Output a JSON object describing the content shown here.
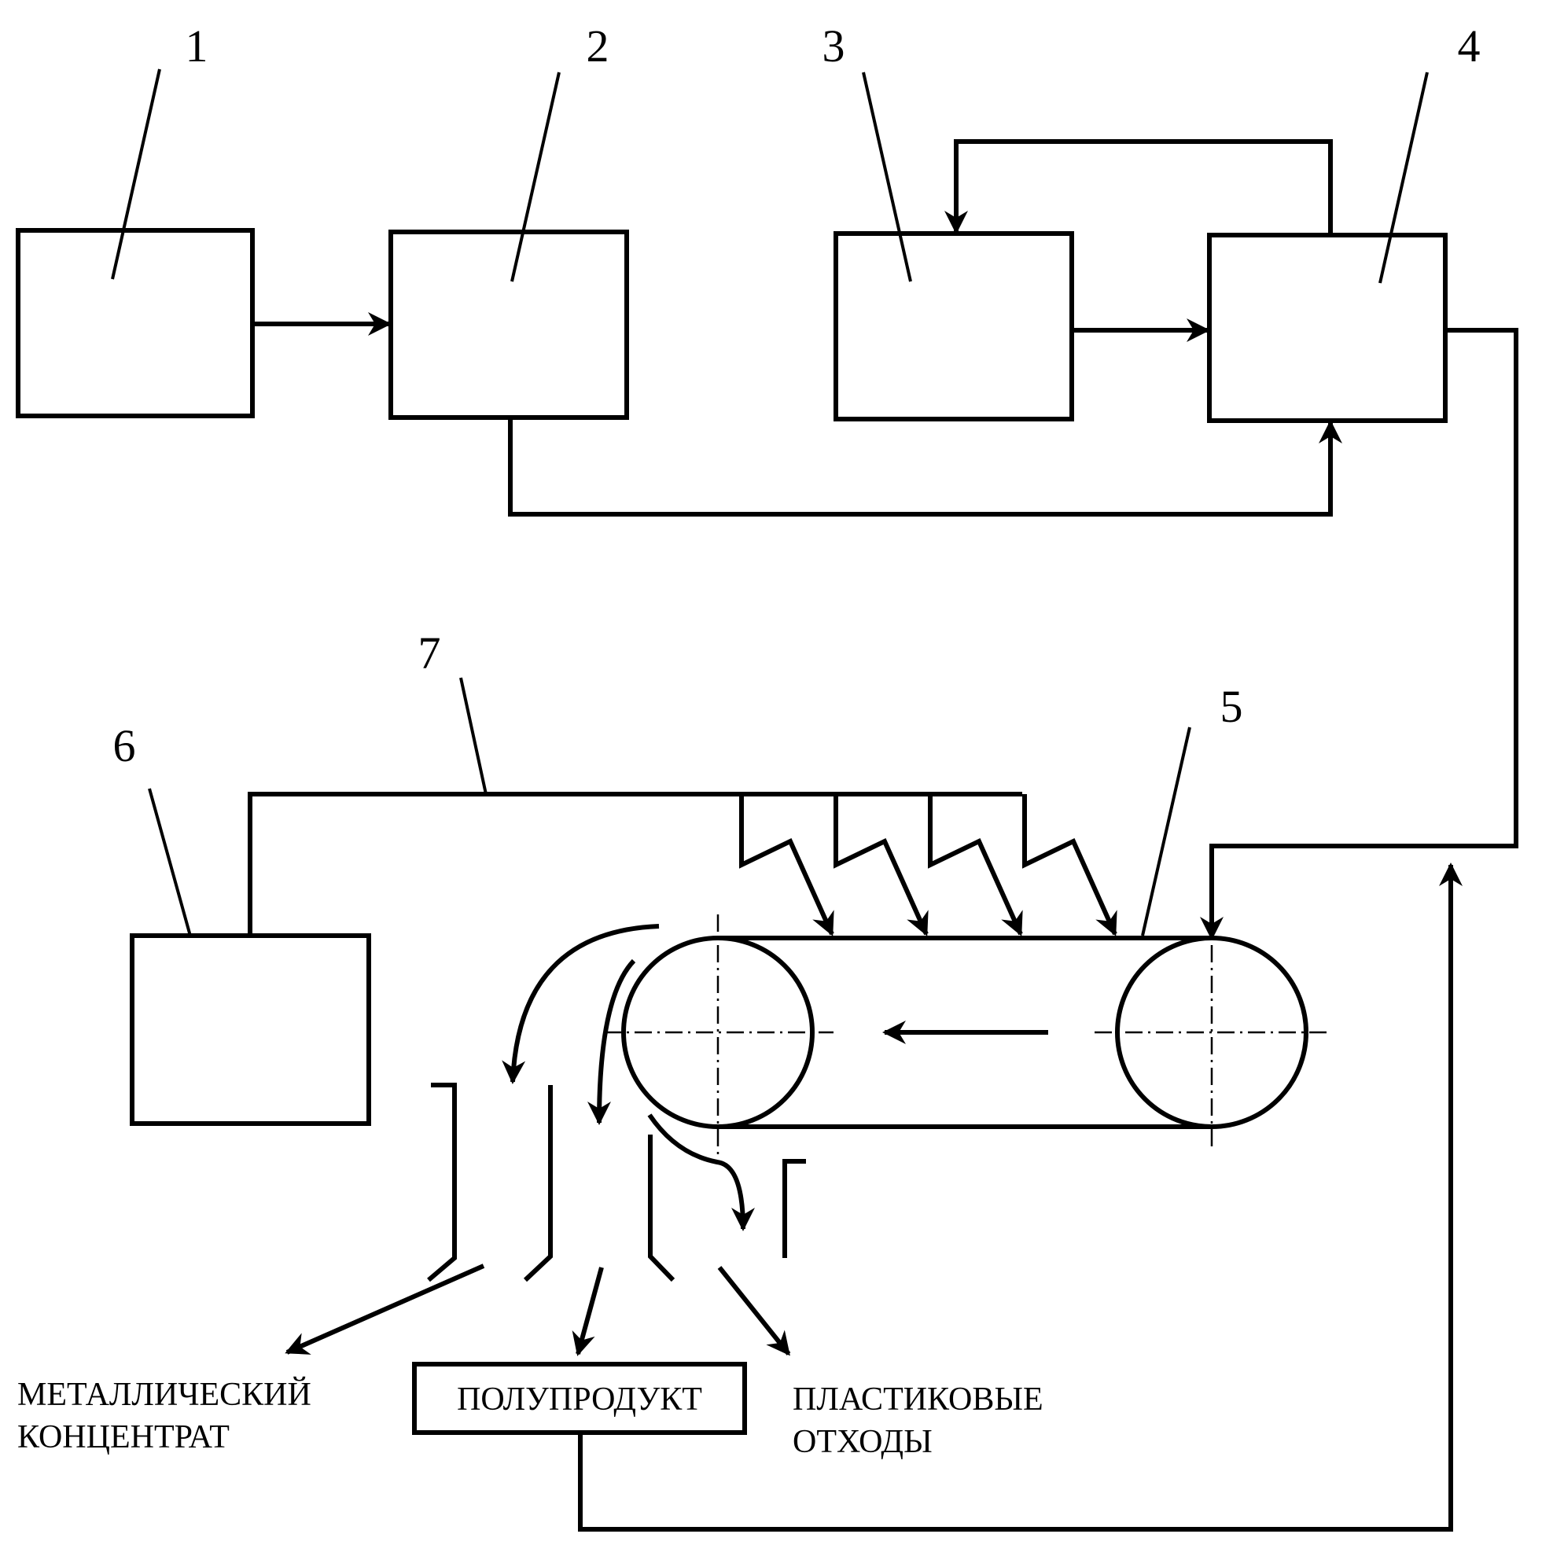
{
  "labels": {
    "n1": "1",
    "n2": "2",
    "n3": "3",
    "n4": "4",
    "n5": "5",
    "n6": "6",
    "n7": "7"
  },
  "outputs": {
    "metal_line1": "МЕТАЛЛИЧЕСКИЙ",
    "metal_line2": "КОНЦЕНТРАТ",
    "semi_product": "ПОЛУПРОДУКТ",
    "plastic_line1": "ПЛАСТИКОВЫЕ",
    "plastic_line2": "ОТХОДЫ"
  }
}
